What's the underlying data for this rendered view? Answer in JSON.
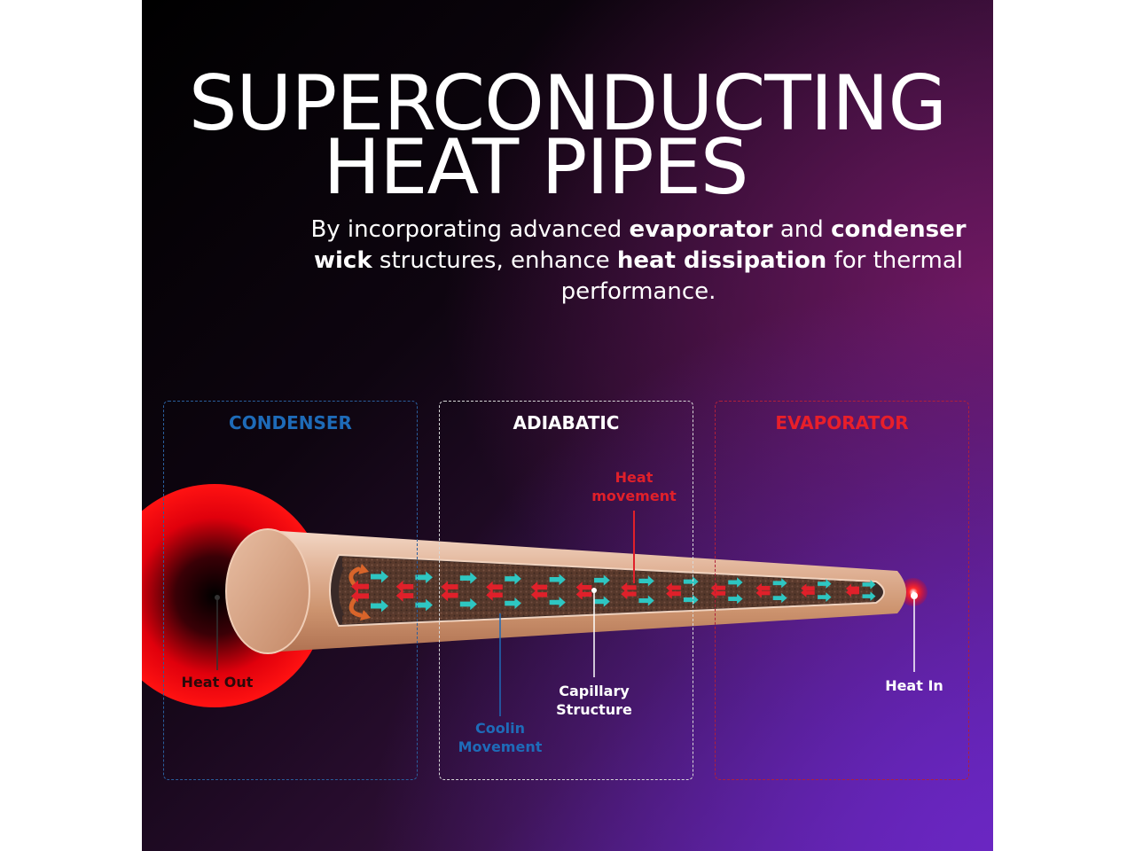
{
  "title": {
    "line1": "SUPERCONDUCTING",
    "line2": "HEAT PIPES"
  },
  "subtitle": {
    "p1": "By incorporating advanced ",
    "b1": "evaporator",
    "p2": " and ",
    "b2": "condenser wick",
    "p3": " structures, enhance ",
    "b3": "heat dissipation",
    "p4": " for thermal performance."
  },
  "zones": {
    "condenser": "CONDENSER",
    "adiabatic": "ADIABATIC",
    "evaporator": "EVAPORATOR"
  },
  "labels": {
    "heat_movement_1": "Heat",
    "heat_movement_2": "movement",
    "capillary_1": "Capillary",
    "capillary_2": "Structure",
    "coolin_1": "Coolin",
    "coolin_2": "Movement",
    "heat_out": "Heat Out",
    "heat_in": "Heat In"
  },
  "colors": {
    "condenser": "#1e6bb8",
    "evaporator": "#e81f2a",
    "cool_arrow": "#2ec6c2",
    "heat_arrow": "#e0202a",
    "copper": "#d9a889"
  }
}
